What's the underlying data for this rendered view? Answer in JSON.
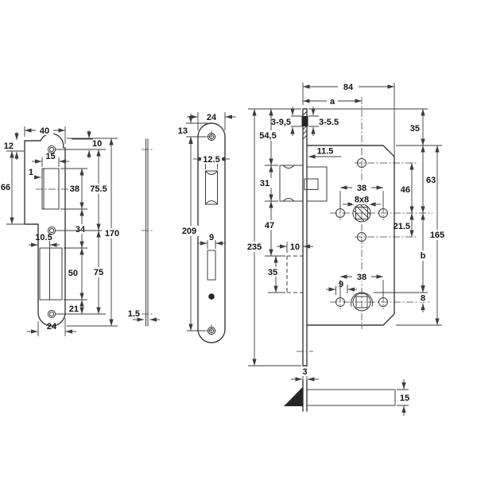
{
  "drawing_type": "mortise-lock dimensional technical drawing",
  "colors": {
    "background": "#ffffff",
    "line": "#3c3c3c",
    "text": "#141414"
  },
  "views": {
    "strike_plate_front": {
      "labels": {
        "width_top": "40",
        "top_offset": "12",
        "hole_top_offset": "10",
        "latch_cutout_width": "15",
        "edge_offset": "1",
        "lip_height": "66",
        "latch_cutout_height": "38",
        "screw_spacing_top": "75.5",
        "total_height": "170",
        "cutout_gap": "34",
        "bolt_cutout_offset": "10.5",
        "bolt_cutout_height": "50",
        "screw_spacing_bottom": "75",
        "bottom_offset": "21",
        "width_bottom": "24"
      }
    },
    "strike_plate_side": {
      "labels": {
        "thickness": "1.5"
      }
    },
    "faceplate_front": {
      "labels": {
        "width": "24",
        "hole_top_offset": "13",
        "latch_cutout_width": "12.5",
        "screw_spacing": "209",
        "bolt_cutout_width": "9"
      }
    },
    "lock_case_front": {
      "labels": {
        "case_width": "84",
        "backset": "a",
        "faceplate_range_left": "3-9,5",
        "faceplate_range_right": "3-5.5",
        "top_to_case": "35",
        "top_to_latch": "54,5",
        "latch_depth": "11.5",
        "latch_height": "31",
        "case_to_spindle": "63",
        "hole_to_spindle": "46",
        "screw_spacing_top": "38",
        "spindle_square": "8x8",
        "spindle_to_hole": "21.5",
        "case_height": "165",
        "latch_to_bolt": "47",
        "bolt_throw": "10",
        "bolt_height": "35",
        "faceplate_height": "235",
        "screw_spacing_bottom": "38",
        "hole_offset": "9",
        "spindle_to_cylinder": "b",
        "snib_offset": "8"
      }
    },
    "latch_bolt_detail": {
      "labels": {
        "faceplate_thickness": "3",
        "bolt_height": "15"
      }
    }
  }
}
